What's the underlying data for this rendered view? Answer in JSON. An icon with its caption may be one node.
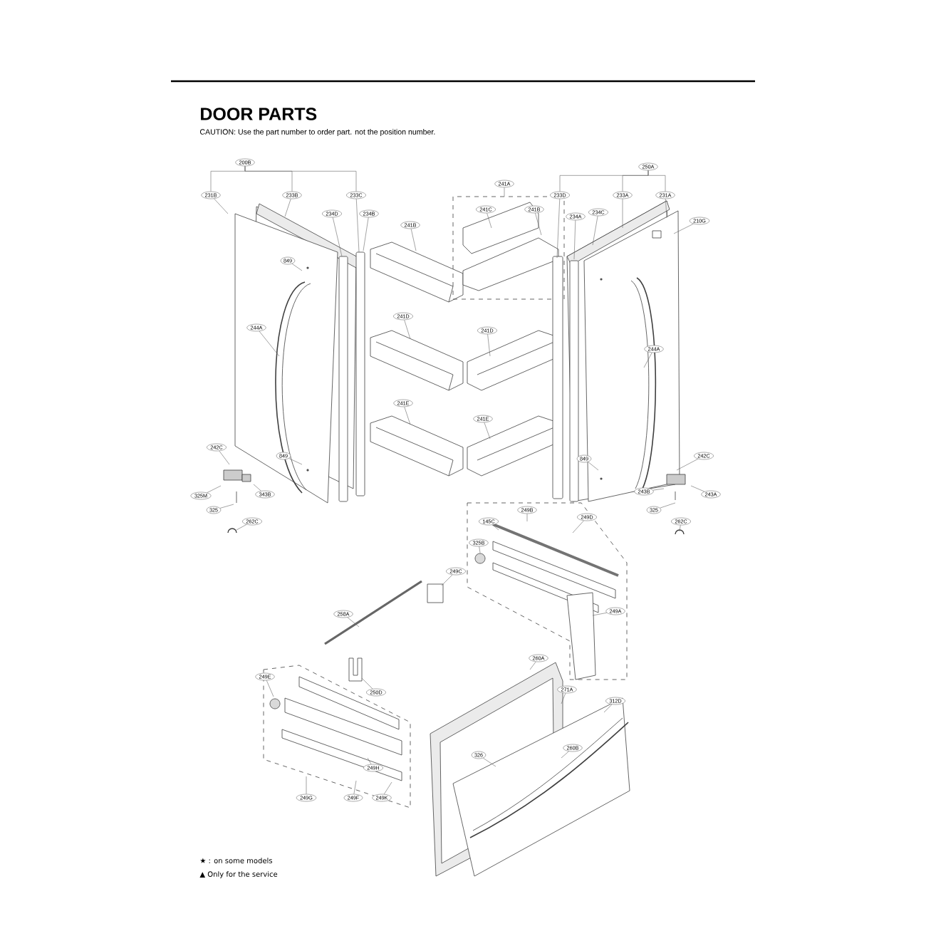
{
  "diagram": {
    "title": "DOOR PARTS",
    "nodes": [
      {
        "text": [
          "200B"
        ]
      },
      {
        "text": [
          "231B"
        ]
      },
      {
        "text": [
          "233B"
        ]
      },
      {
        "text": [
          "233C"
        ]
      },
      {
        "text": [
          "234D"
        ]
      },
      {
        "text": [
          "234B"
        ]
      },
      {
        "text": [
          "241B"
        ]
      },
      {
        "text": [
          "849"
        ]
      },
      {
        "text": [
          "244A"
        ]
      },
      {
        "text": [
          "241D"
        ]
      },
      {
        "text": [
          "241E"
        ]
      },
      {
        "text": [
          "849"
        ]
      },
      {
        "text": [
          "242C"
        ]
      },
      {
        "text": [
          "325M"
        ]
      },
      {
        "text": [
          "343B"
        ]
      },
      {
        "text": [
          "325"
        ]
      },
      {
        "text": [
          "262C"
        ]
      },
      {
        "text": [
          "250A"
        ]
      },
      {
        "text": [
          "233D"
        ]
      },
      {
        "text": [
          "234A"
        ]
      },
      {
        "text": [
          "234C"
        ]
      },
      {
        "text": [
          "233A"
        ]
      },
      {
        "text": [
          "231A"
        ]
      },
      {
        "text": [
          "210G"
        ]
      },
      {
        "text": [
          "241A"
        ]
      },
      {
        "text": [
          "241C"
        ]
      },
      {
        "text": [
          "241B"
        ]
      },
      {
        "text": [
          "241D"
        ]
      },
      {
        "text": [
          "244A"
        ]
      },
      {
        "text": [
          "241E"
        ]
      },
      {
        "text": [
          "849"
        ]
      },
      {
        "text": [
          "242C"
        ]
      },
      {
        "text": [
          "243A"
        ]
      },
      {
        "text": [
          "243B"
        ]
      },
      {
        "text": [
          "325"
        ]
      },
      {
        "text": [
          "262C"
        ]
      },
      {
        "text": [
          "145C"
        ]
      },
      {
        "text": [
          "249B"
        ]
      },
      {
        "text": [
          "249D"
        ]
      },
      {
        "text": [
          "325B"
        ]
      },
      {
        "text": [
          "249C"
        ]
      },
      {
        "text": [
          "249A"
        ]
      },
      {
        "text": [
          "258A"
        ]
      },
      {
        "text": [
          "249E"
        ]
      },
      {
        "text": [
          "250D"
        ]
      },
      {
        "text": [
          "249H"
        ]
      },
      {
        "text": [
          "249G"
        ]
      },
      {
        "text": [
          "249F"
        ]
      },
      {
        "text": [
          "249K"
        ]
      },
      {
        "text": [
          "260A"
        ]
      },
      {
        "text": [
          "271A"
        ]
      },
      {
        "text": [
          "312D"
        ]
      },
      {
        "text": [
          "326"
        ]
      },
      {
        "text": [
          "260B"
        ]
      }
    ],
    "edges": [
      {
        "from": 0,
        "to": 1,
        "arrow": "none"
      },
      {
        "from": 0,
        "to": 2,
        "arrow": "none"
      },
      {
        "from": 0,
        "to": 3,
        "arrow": "none"
      },
      {
        "from": 1,
        "to": null,
        "arrow": "none"
      },
      {
        "from": 2,
        "to": null,
        "arrow": "none"
      },
      {
        "from": 3,
        "to": null,
        "arrow": "none"
      },
      {
        "from": 4,
        "to": null,
        "arrow": "none"
      },
      {
        "from": 5,
        "to": null,
        "arrow": "none"
      },
      {
        "from": 6,
        "to": null,
        "arrow": "none"
      },
      {
        "from": 7,
        "to": null,
        "arrow": "none"
      },
      {
        "from": 8,
        "to": null,
        "arrow": "none"
      },
      {
        "from": 9,
        "to": null,
        "arrow": "none"
      },
      {
        "from": 10,
        "to": null,
        "arrow": "none"
      },
      {
        "from": 11,
        "to": null,
        "arrow": "none"
      },
      {
        "from": 12,
        "to": null,
        "arrow": "none"
      },
      {
        "from": 13,
        "to": null,
        "arrow": "none"
      },
      {
        "from": 14,
        "to": null,
        "arrow": "none"
      },
      {
        "from": 15,
        "to": null,
        "arrow": "none"
      },
      {
        "from": 16,
        "to": null,
        "arrow": "none"
      },
      {
        "from": 17,
        "to": 18,
        "arrow": "none"
      },
      {
        "from": 17,
        "to": 21,
        "arrow": "none"
      },
      {
        "from": 17,
        "to": 22,
        "arrow": "none"
      },
      {
        "from": 18,
        "to": null,
        "arrow": "none"
      },
      {
        "from": 19,
        "to": null,
        "arrow": "none"
      },
      {
        "from": 20,
        "to": null,
        "arrow": "none"
      },
      {
        "from": 21,
        "to": null,
        "arrow": "none"
      },
      {
        "from": 22,
        "to": null,
        "arrow": "none"
      },
      {
        "from": 23,
        "to": null,
        "arrow": "none"
      },
      {
        "from": 24,
        "to": null,
        "arrow": "none"
      },
      {
        "from": 25,
        "to": null,
        "arrow": "none"
      },
      {
        "from": 26,
        "to": null,
        "arrow": "none"
      },
      {
        "from": 27,
        "to": null,
        "arrow": "none"
      },
      {
        "from": 28,
        "to": null,
        "arrow": "none"
      },
      {
        "from": 29,
        "to": null,
        "arrow": "none"
      },
      {
        "from": 30,
        "to": null,
        "arrow": "none"
      },
      {
        "from": 31,
        "to": null,
        "arrow": "none"
      },
      {
        "from": 32,
        "to": null,
        "arrow": "none"
      },
      {
        "from": 33,
        "to": null,
        "arrow": "none"
      },
      {
        "from": 34,
        "to": null,
        "arrow": "none"
      },
      {
        "from": 35,
        "to": null,
        "arrow": "none"
      },
      {
        "from": 36,
        "to": null,
        "arrow": "none"
      },
      {
        "from": 37,
        "to": null,
        "arrow": "none"
      },
      {
        "from": 38,
        "to": null,
        "arrow": "none"
      },
      {
        "from": 39,
        "to": null,
        "arrow": "none"
      },
      {
        "from": 40,
        "to": null,
        "arrow": "none"
      },
      {
        "from": 41,
        "to": null,
        "arrow": "none"
      },
      {
        "from": 42,
        "to": null,
        "arrow": "none"
      },
      {
        "from": 43,
        "to": null,
        "arrow": "none"
      },
      {
        "from": 44,
        "to": null,
        "arrow": "none"
      },
      {
        "from": 45,
        "to": null,
        "arrow": "none"
      },
      {
        "from": 46,
        "to": null,
        "arrow": "none"
      },
      {
        "from": 47,
        "to": null,
        "arrow": "none"
      },
      {
        "from": 48,
        "to": null,
        "arrow": "none"
      },
      {
        "from": 49,
        "to": null,
        "arrow": "none"
      },
      {
        "from": 50,
        "to": null,
        "arrow": "none"
      },
      {
        "from": 51,
        "to": null,
        "arrow": "none"
      },
      {
        "from": 52,
        "to": null,
        "arrow": "none"
      },
      {
        "from": 53,
        "to": null,
        "arrow": "none"
      }
    ],
    "labels": [
      "CAUTION: Use the part number to order part. not the position number.",
      "★ : on some models",
      "▲ Only for the service"
    ]
  }
}
